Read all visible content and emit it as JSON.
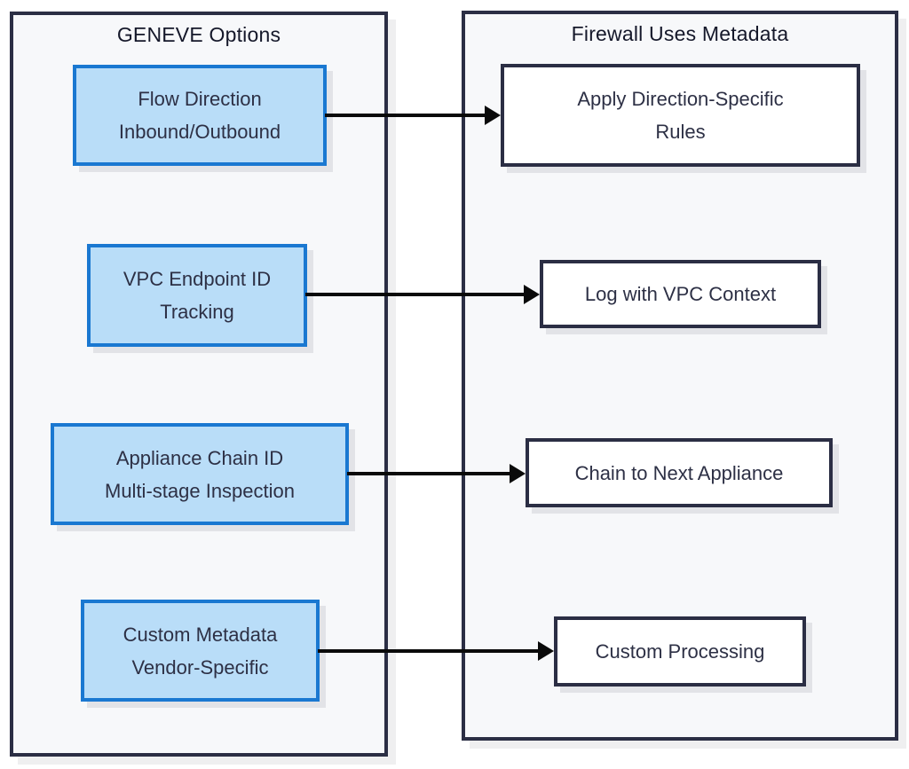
{
  "panels": {
    "left": {
      "title": "GENEVE Options"
    },
    "right": {
      "title": "Firewall Uses Metadata"
    }
  },
  "rows": [
    {
      "option": [
        "Flow Direction",
        "Inbound/Outbound"
      ],
      "action": [
        "Apply Direction-Specific",
        "Rules"
      ]
    },
    {
      "option": [
        "VPC Endpoint ID",
        "Tracking"
      ],
      "action": [
        "Log with VPC Context"
      ]
    },
    {
      "option": [
        "Appliance Chain ID",
        "Multi-stage Inspection"
      ],
      "action": [
        "Chain to Next Appliance"
      ]
    },
    {
      "option": [
        "Custom Metadata",
        "Vendor-Specific"
      ],
      "action": [
        "Custom Processing"
      ]
    }
  ],
  "colors": {
    "option_fill": "#b9ddf8",
    "option_border": "#1a78d1",
    "action_fill": "#ffffff",
    "action_border": "#2b2e44",
    "panel_fill": "#f7f8fa",
    "panel_border": "#2b2e44",
    "node_text": "#2d3045",
    "title_text": "#15182a",
    "arrow": "#0a0a0a"
  }
}
